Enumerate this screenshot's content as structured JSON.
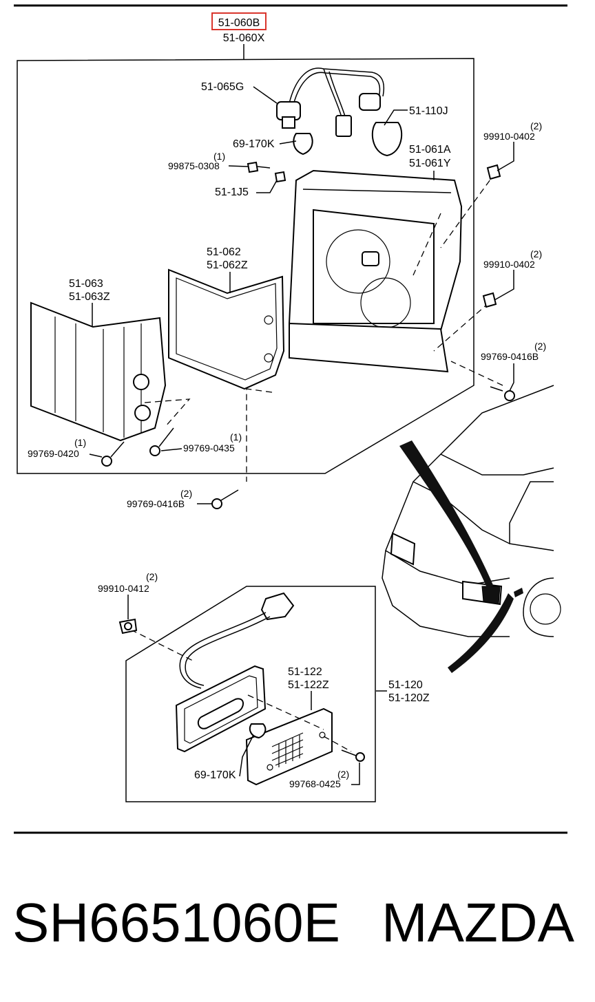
{
  "header_part": {
    "primary": "51-060B",
    "secondary": "51-060X"
  },
  "parts": {
    "p065g": "51-065G",
    "p110j": "51-110J",
    "p170k_top": "69-170K",
    "p0308_qty": "(1)",
    "p0308": "99875-0308",
    "p061a": "51-061A",
    "p061y": "51-061Y",
    "p1j5": "51-1J5",
    "p0402a_qty": "(2)",
    "p0402a": "99910-0402",
    "p0402b_qty": "(2)",
    "p0402b": "99910-0402",
    "p062": "51-062",
    "p062z": "51-062Z",
    "p063": "51-063",
    "p063z": "51-063Z",
    "p0416a_qty": "(2)",
    "p0416a": "99769-0416B",
    "p0420_qty": "(1)",
    "p0420": "99769-0420",
    "p0435_qty": "(1)",
    "p0435": "99769-0435",
    "p0416b_qty": "(2)",
    "p0416b": "99769-0416B",
    "p0412_qty": "(2)",
    "p0412": "99910-0412",
    "p122": "51-122",
    "p122z": "51-122Z",
    "p120": "51-120",
    "p120z": "51-120Z",
    "p170k_bottom": "69-170K",
    "p0425_qty": "(2)",
    "p0425": "99768-0425"
  },
  "footer": {
    "part_number": "SH6651060E",
    "brand": "MAZDA"
  },
  "colors": {
    "highlight": "#d9342b",
    "ink": "#000000"
  }
}
